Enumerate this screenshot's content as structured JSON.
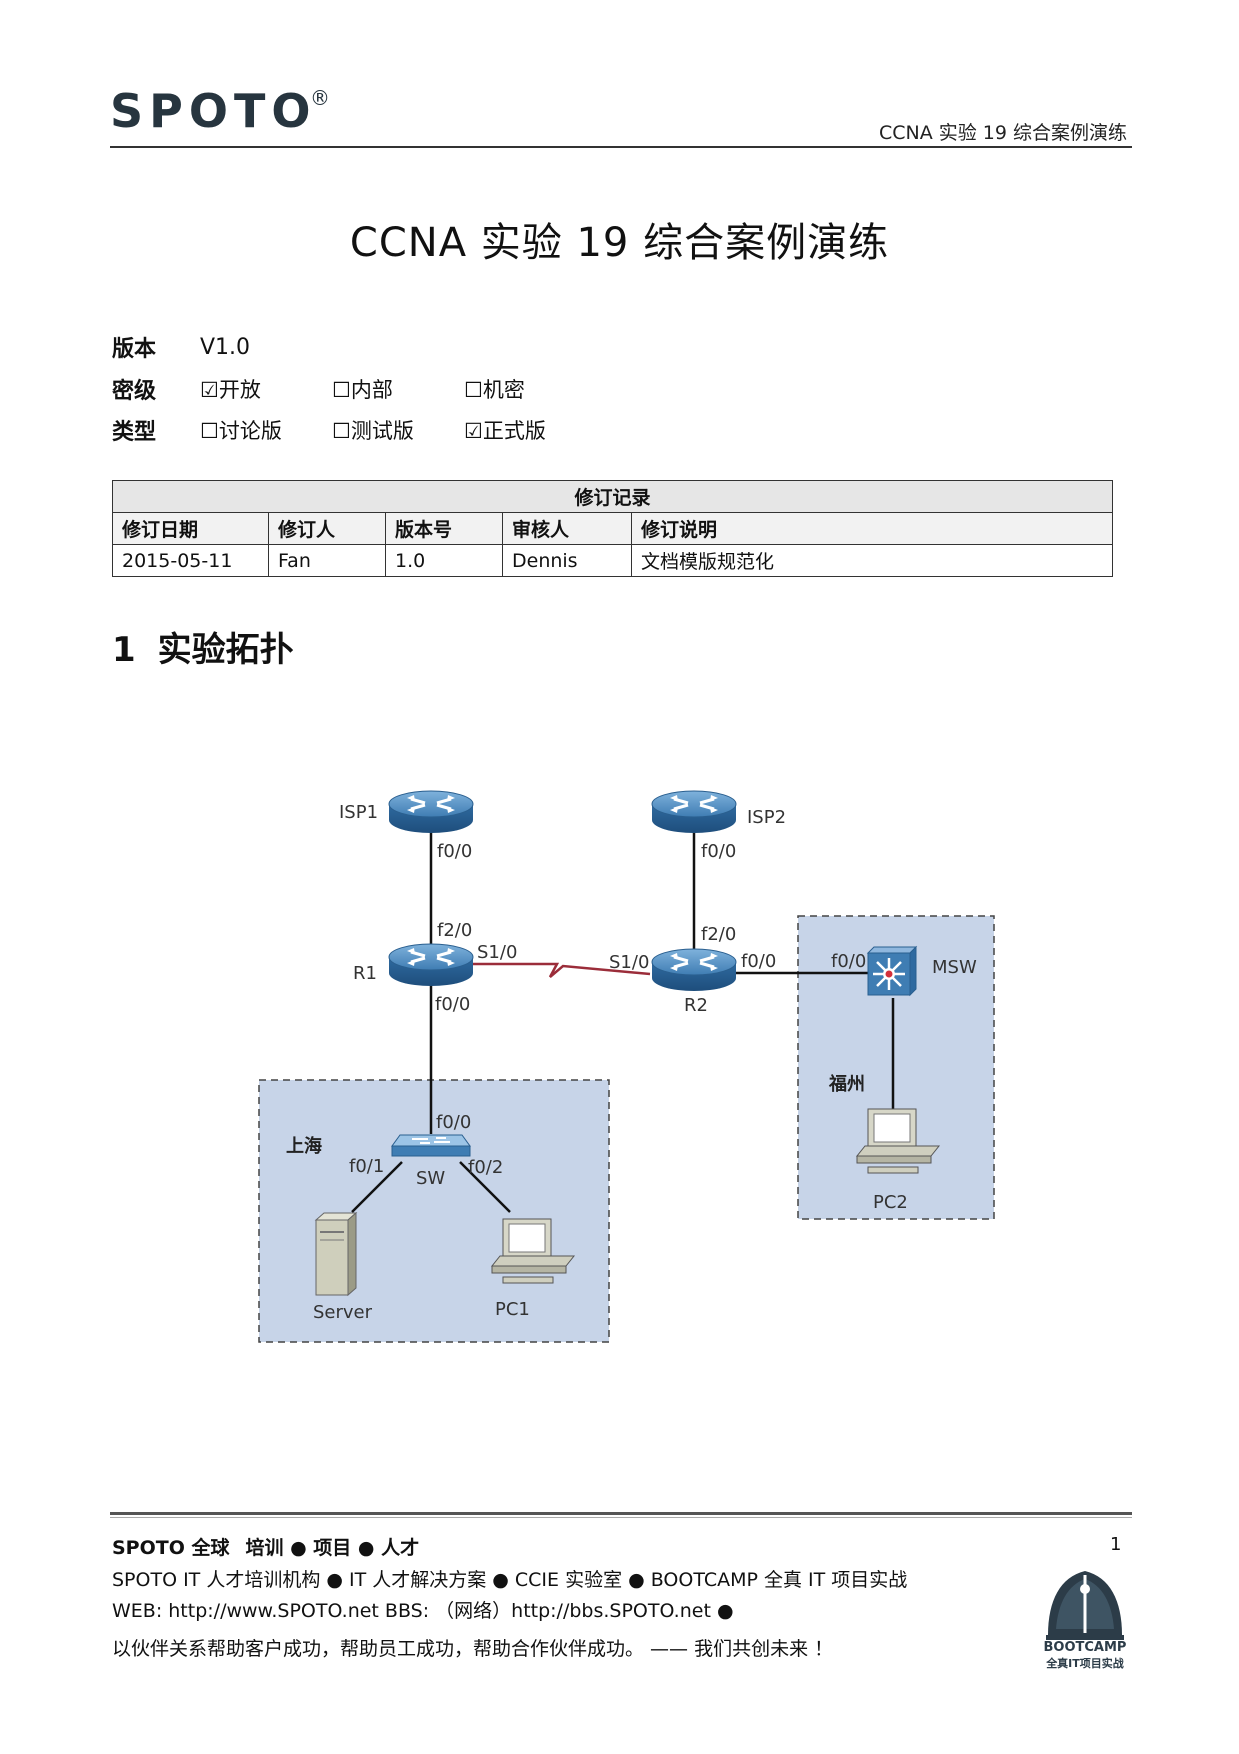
{
  "header": {
    "logo": "SPOTO",
    "logo_mark": "®",
    "title": "CCNA 实验 19  综合案例演练"
  },
  "doc_title": "CCNA 实验 19  综合案例演练",
  "meta": {
    "version_label": "版本",
    "version_value": "V1.0",
    "secrecy_label": "密级",
    "secrecy_options": [
      "☑开放",
      "☐内部",
      "☐机密"
    ],
    "type_label": "类型",
    "type_options": [
      "☐讨论版",
      "☐测试版",
      "☑正式版"
    ]
  },
  "revision_table": {
    "caption": "修订记录",
    "headers": [
      "修订日期",
      "修订人",
      "版本号",
      "审核人",
      "修订说明"
    ],
    "rows": [
      [
        "2015-05-11",
        "Fan",
        "1.0",
        "Dennis",
        "文档模版规范化"
      ]
    ]
  },
  "section": {
    "number": "1",
    "title": "实验拓扑"
  },
  "topology": {
    "devices": {
      "isp1": "ISP1",
      "isp2": "ISP2",
      "r1": "R1",
      "r2": "R2",
      "msw": "MSW",
      "sw": "SW",
      "server": "Server",
      "pc1": "PC1",
      "pc2": "PC2"
    },
    "regions": {
      "shanghai": "上海",
      "fuzhou": "福州"
    },
    "interfaces": {
      "isp1_f00": "f0/0",
      "r1_f20": "f2/0",
      "r1_s10": "S1/0",
      "r1_f00": "f0/0",
      "isp2_f00": "f0/0",
      "r2_f20": "f2/0",
      "r2_s10": "S1/0",
      "r2_f00": "f0/0",
      "msw_f00": "f0/0",
      "sw_f00": "f0/0",
      "sw_f01": "f0/1",
      "sw_f02": "f0/2"
    },
    "colors": {
      "router": "#4a86b8",
      "serial_link": "#9b2d3a",
      "region_fill": "#c7d4e8"
    }
  },
  "footer": {
    "slogan_brand": "SPOTO 全球",
    "slogan_rest": "培训 ● 项目 ● 人才",
    "line2": "SPOTO IT 人才培训机构   ●   IT 人才解决方案   ●   CCIE 实验室   ●   BOOTCAMP  全真 IT 项目实战",
    "line3": "WEB: http://www.SPOTO.net     BBS: （网络）http://bbs.SPOTO.net   ●",
    "line4": "以伙伴关系帮助客户成功，帮助员工成功，帮助合作伙伴成功。    ——    我们共创未来  ！",
    "page_number": "1",
    "bootcamp_name": "BOOTCAMP",
    "bootcamp_sub": "全真IT项目实战"
  }
}
